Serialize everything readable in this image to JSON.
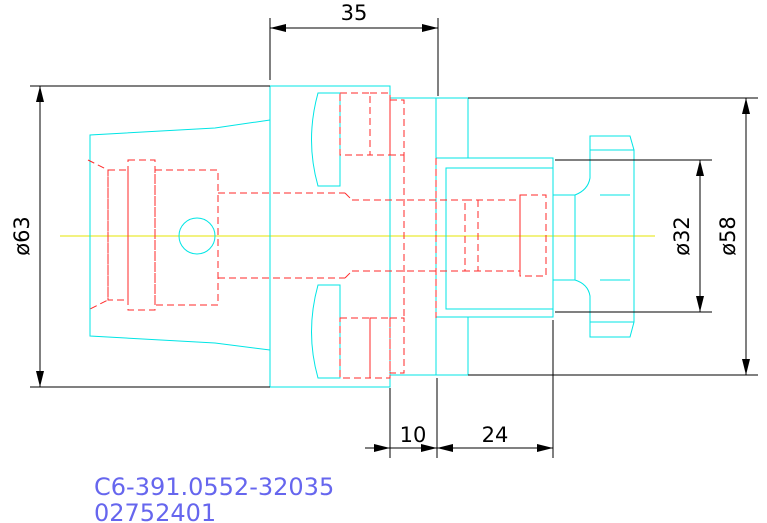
{
  "dimensions": {
    "width_top": "35",
    "dia_left": "ø63",
    "dia_right_inner": "ø32",
    "dia_right_outer": "ø58",
    "bottom_a": "10",
    "bottom_b": "24"
  },
  "part": {
    "number": "C6-391.0552-32035",
    "code": "02752401"
  },
  "colors": {
    "outline": "#00e5e5",
    "hidden": "#ff2a2a",
    "centerline": "#e6e600",
    "dimension": "#000000",
    "part_text": "#6666ee"
  }
}
